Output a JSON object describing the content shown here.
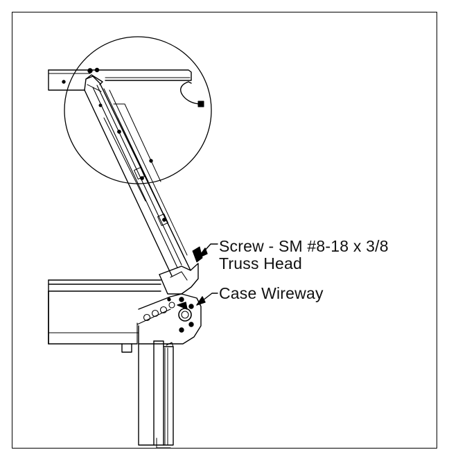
{
  "callouts": {
    "screw": {
      "line1": "Screw - SM #8-18 x 3/8",
      "line2": "Truss Head"
    },
    "wireway": "Case Wireway"
  },
  "colors": {
    "line": "#000000",
    "background": "#ffffff",
    "hatch": "#444444"
  }
}
